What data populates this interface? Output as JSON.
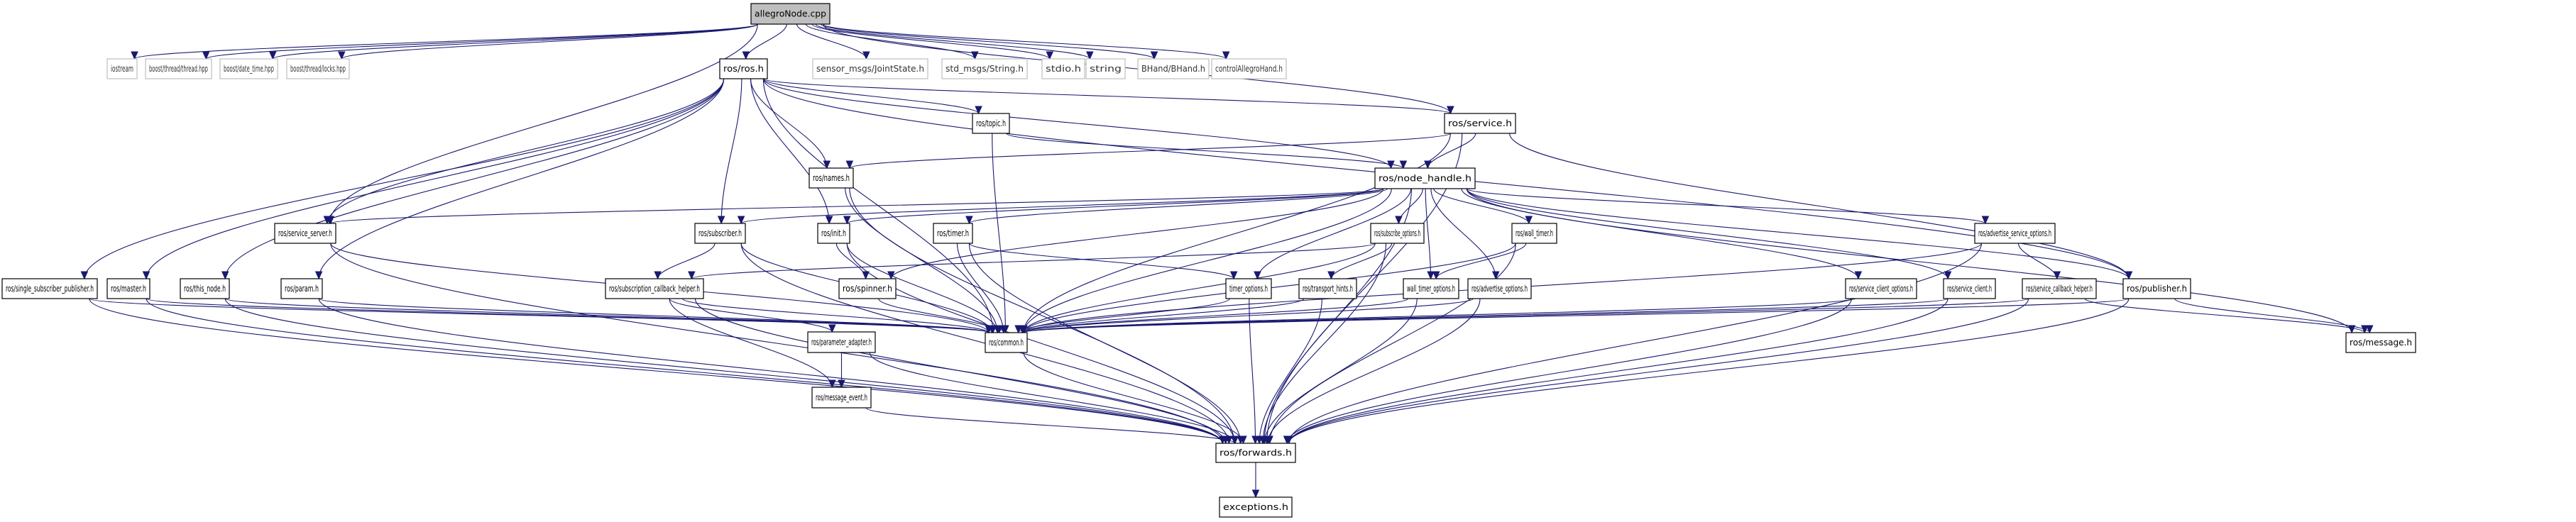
{
  "diagram": {
    "type": "include-dependency-graph",
    "root": "allegroNode.cpp",
    "colors": {
      "edge": "#191970",
      "root_fill": "#bfbfbf",
      "external_border": "#bfbfbf",
      "node_border": "#000000"
    },
    "nodes": [
      {
        "id": "allegroNode",
        "label": "allegroNode.cpp",
        "kind": "root"
      },
      {
        "id": "iostream",
        "label": "iostream",
        "kind": "external"
      },
      {
        "id": "bthread",
        "label": "boost/thread/thread.hpp",
        "kind": "external"
      },
      {
        "id": "bdate",
        "label": "boost/date_time.hpp",
        "kind": "external"
      },
      {
        "id": "blocks",
        "label": "boost/thread/locks.hpp",
        "kind": "external"
      },
      {
        "id": "ros",
        "label": "ros/ros.h",
        "kind": "documented"
      },
      {
        "id": "joint",
        "label": "sensor_msgs/JointState.h",
        "kind": "external"
      },
      {
        "id": "stdstr",
        "label": "std_msgs/String.h",
        "kind": "external"
      },
      {
        "id": "stdio",
        "label": "stdio.h",
        "kind": "external"
      },
      {
        "id": "string",
        "label": "string",
        "kind": "external"
      },
      {
        "id": "bhand",
        "label": "BHand/BHand.h",
        "kind": "external"
      },
      {
        "id": "ctrl",
        "label": "controlAllegroHand.h",
        "kind": "external"
      },
      {
        "id": "topic",
        "label": "ros/topic.h",
        "kind": "documented"
      },
      {
        "id": "service",
        "label": "ros/service.h",
        "kind": "documented"
      },
      {
        "id": "names",
        "label": "ros/names.h",
        "kind": "documented"
      },
      {
        "id": "nodehandle",
        "label": "ros/node_handle.h",
        "kind": "documented"
      },
      {
        "id": "srvserver",
        "label": "ros/service_server.h",
        "kind": "documented"
      },
      {
        "id": "subscriber",
        "label": "ros/subscriber.h",
        "kind": "documented"
      },
      {
        "id": "init",
        "label": "ros/init.h",
        "kind": "documented"
      },
      {
        "id": "timer",
        "label": "ros/timer.h",
        "kind": "documented"
      },
      {
        "id": "subopts",
        "label": "ros/subscribe_options.h",
        "kind": "documented"
      },
      {
        "id": "walltimer",
        "label": "ros/wall_timer.h",
        "kind": "documented"
      },
      {
        "id": "advsrvopts",
        "label": "ros/advertise_service_options.h",
        "kind": "documented"
      },
      {
        "id": "ssp",
        "label": "ros/single_subscriber_publisher.h",
        "kind": "documented"
      },
      {
        "id": "master",
        "label": "ros/master.h",
        "kind": "documented"
      },
      {
        "id": "thisnode",
        "label": "ros/this_node.h",
        "kind": "documented"
      },
      {
        "id": "param",
        "label": "ros/param.h",
        "kind": "documented"
      },
      {
        "id": "subcb",
        "label": "ros/subscription_callback_helper.h",
        "kind": "documented"
      },
      {
        "id": "spinner",
        "label": "ros/spinner.h",
        "kind": "documented"
      },
      {
        "id": "timeropts",
        "label": "timer_options.h",
        "kind": "documented"
      },
      {
        "id": "transport",
        "label": "ros/transport_hints.h",
        "kind": "documented"
      },
      {
        "id": "walltimeropts",
        "label": "wall_timer_options.h",
        "kind": "documented"
      },
      {
        "id": "advopts",
        "label": "ros/advertise_options.h",
        "kind": "documented"
      },
      {
        "id": "srvclientopts",
        "label": "ros/service_client_options.h",
        "kind": "documented"
      },
      {
        "id": "srvclient",
        "label": "ros/service_client.h",
        "kind": "documented"
      },
      {
        "id": "srvcb",
        "label": "ros/service_callback_helper.h",
        "kind": "documented"
      },
      {
        "id": "publisher",
        "label": "ros/publisher.h",
        "kind": "documented"
      },
      {
        "id": "paramadapter",
        "label": "ros/parameter_adapter.h",
        "kind": "documented"
      },
      {
        "id": "common",
        "label": "ros/common.h",
        "kind": "documented"
      },
      {
        "id": "message",
        "label": "ros/message.h",
        "kind": "documented"
      },
      {
        "id": "msgevent",
        "label": "ros/message_event.h",
        "kind": "documented"
      },
      {
        "id": "forwards",
        "label": "ros/forwards.h",
        "kind": "documented"
      },
      {
        "id": "exceptions",
        "label": "exceptions.h",
        "kind": "documented"
      }
    ],
    "edges": [
      [
        "allegroNode",
        "iostream"
      ],
      [
        "allegroNode",
        "bthread"
      ],
      [
        "allegroNode",
        "bdate"
      ],
      [
        "allegroNode",
        "blocks"
      ],
      [
        "allegroNode",
        "ros"
      ],
      [
        "allegroNode",
        "joint"
      ],
      [
        "allegroNode",
        "stdstr"
      ],
      [
        "allegroNode",
        "stdio"
      ],
      [
        "allegroNode",
        "string"
      ],
      [
        "allegroNode",
        "bhand"
      ],
      [
        "allegroNode",
        "ctrl"
      ],
      [
        "allegroNode",
        "service"
      ],
      [
        "allegroNode",
        "srvserver"
      ],
      [
        "ros",
        "topic"
      ],
      [
        "ros",
        "service"
      ],
      [
        "ros",
        "names"
      ],
      [
        "ros",
        "nodehandle"
      ],
      [
        "ros",
        "srvserver"
      ],
      [
        "ros",
        "subscriber"
      ],
      [
        "ros",
        "init"
      ],
      [
        "ros",
        "ssp"
      ],
      [
        "ros",
        "master"
      ],
      [
        "ros",
        "thisnode"
      ],
      [
        "ros",
        "param"
      ],
      [
        "ros",
        "publisher"
      ],
      [
        "ros",
        "common"
      ],
      [
        "topic",
        "nodehandle"
      ],
      [
        "topic",
        "common"
      ],
      [
        "service",
        "nodehandle"
      ],
      [
        "service",
        "names"
      ],
      [
        "service",
        "common"
      ],
      [
        "service",
        "forwards"
      ],
      [
        "service",
        "publisher"
      ],
      [
        "names",
        "common"
      ],
      [
        "names",
        "forwards"
      ],
      [
        "nodehandle",
        "srvserver"
      ],
      [
        "nodehandle",
        "subscriber"
      ],
      [
        "nodehandle",
        "init"
      ],
      [
        "nodehandle",
        "timer"
      ],
      [
        "nodehandle",
        "subopts"
      ],
      [
        "nodehandle",
        "walltimer"
      ],
      [
        "nodehandle",
        "advsrvopts"
      ],
      [
        "nodehandle",
        "spinner"
      ],
      [
        "nodehandle",
        "timeropts"
      ],
      [
        "nodehandle",
        "walltimeropts"
      ],
      [
        "nodehandle",
        "advopts"
      ],
      [
        "nodehandle",
        "srvclientopts"
      ],
      [
        "nodehandle",
        "srvclient"
      ],
      [
        "nodehandle",
        "publisher"
      ],
      [
        "nodehandle",
        "message"
      ],
      [
        "nodehandle",
        "common"
      ],
      [
        "nodehandle",
        "forwards"
      ],
      [
        "srvserver",
        "common"
      ],
      [
        "srvserver",
        "forwards"
      ],
      [
        "subscriber",
        "subcb"
      ],
      [
        "subscriber",
        "common"
      ],
      [
        "subscriber",
        "forwards"
      ],
      [
        "init",
        "spinner"
      ],
      [
        "init",
        "common"
      ],
      [
        "init",
        "forwards"
      ],
      [
        "timer",
        "timeropts"
      ],
      [
        "timer",
        "common"
      ],
      [
        "timer",
        "forwards"
      ],
      [
        "subopts",
        "transport"
      ],
      [
        "subopts",
        "subcb"
      ],
      [
        "subopts",
        "common"
      ],
      [
        "subopts",
        "forwards"
      ],
      [
        "walltimer",
        "walltimeropts"
      ],
      [
        "walltimer",
        "common"
      ],
      [
        "walltimer",
        "forwards"
      ],
      [
        "advsrvopts",
        "srvcb"
      ],
      [
        "advsrvopts",
        "common"
      ],
      [
        "advsrvopts",
        "forwards"
      ],
      [
        "ssp",
        "common"
      ],
      [
        "ssp",
        "forwards"
      ],
      [
        "master",
        "common"
      ],
      [
        "master",
        "forwards"
      ],
      [
        "thisnode",
        "common"
      ],
      [
        "thisnode",
        "forwards"
      ],
      [
        "param",
        "common"
      ],
      [
        "param",
        "forwards"
      ],
      [
        "subcb",
        "paramadapter"
      ],
      [
        "subcb",
        "msgevent"
      ],
      [
        "subcb",
        "common"
      ],
      [
        "subcb",
        "forwards"
      ],
      [
        "spinner",
        "common"
      ],
      [
        "timeropts",
        "common"
      ],
      [
        "timeropts",
        "forwards"
      ],
      [
        "transport",
        "common"
      ],
      [
        "transport",
        "forwards"
      ],
      [
        "walltimeropts",
        "common"
      ],
      [
        "walltimeropts",
        "forwards"
      ],
      [
        "advopts",
        "common"
      ],
      [
        "advopts",
        "forwards"
      ],
      [
        "srvclientopts",
        "common"
      ],
      [
        "srvclientopts",
        "forwards"
      ],
      [
        "srvclient",
        "common"
      ],
      [
        "srvclient",
        "forwards"
      ],
      [
        "srvcb",
        "message"
      ],
      [
        "srvcb",
        "common"
      ],
      [
        "srvcb",
        "forwards"
      ],
      [
        "publisher",
        "message"
      ],
      [
        "publisher",
        "common"
      ],
      [
        "publisher",
        "forwards"
      ],
      [
        "paramadapter",
        "msgevent"
      ],
      [
        "paramadapter",
        "forwards"
      ],
      [
        "msgevent",
        "forwards"
      ],
      [
        "common",
        "forwards"
      ],
      [
        "forwards",
        "exceptions"
      ]
    ]
  }
}
